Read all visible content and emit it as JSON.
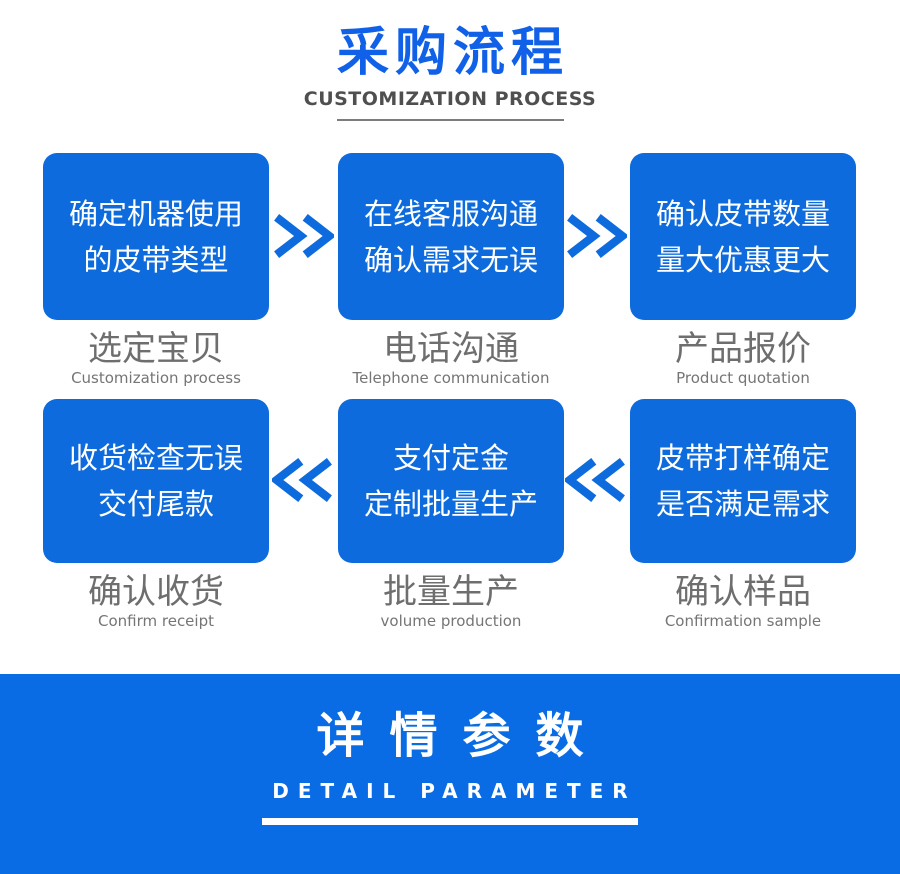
{
  "header": {
    "title": "采购流程",
    "subtitle": "CUSTOMIZATION PROCESS"
  },
  "steps": [
    {
      "box_line1": "确定机器使用",
      "box_line2": "的皮带类型",
      "label": "选定宝贝",
      "sublabel": "Customization process"
    },
    {
      "box_line1": "在线客服沟通",
      "box_line2": "确认需求无误",
      "label": "电话沟通",
      "sublabel": "Telephone communication"
    },
    {
      "box_line1": "确认皮带数量",
      "box_line2": "量大优惠更大",
      "label": "产品报价",
      "sublabel": "Product quotation"
    },
    {
      "box_line1": "收货检查无误",
      "box_line2": "交付尾款",
      "label": "确认收货",
      "sublabel": "Confirm receipt"
    },
    {
      "box_line1": "支付定金",
      "box_line2": "定制批量生产",
      "label": "批量生产",
      "sublabel": "volume production"
    },
    {
      "box_line1": "皮带打样确定",
      "box_line2": "是否满足需求",
      "label": "确认样品",
      "sublabel": "Confirmation sample"
    }
  ],
  "arrows": {
    "row1_direction": "right",
    "row2_direction": "left"
  },
  "banner": {
    "title": "详情参数",
    "subtitle": "DETAIL PARAMETER"
  },
  "colors": {
    "title_blue": "#1161e8",
    "box_blue": "#0d6bdd",
    "banner_blue": "#0a6ce4",
    "label_gray": "#6e6e6e",
    "sublabel_gray": "#757575",
    "underline_gray": "#7d7d7d",
    "box_text": "#ffffff"
  }
}
